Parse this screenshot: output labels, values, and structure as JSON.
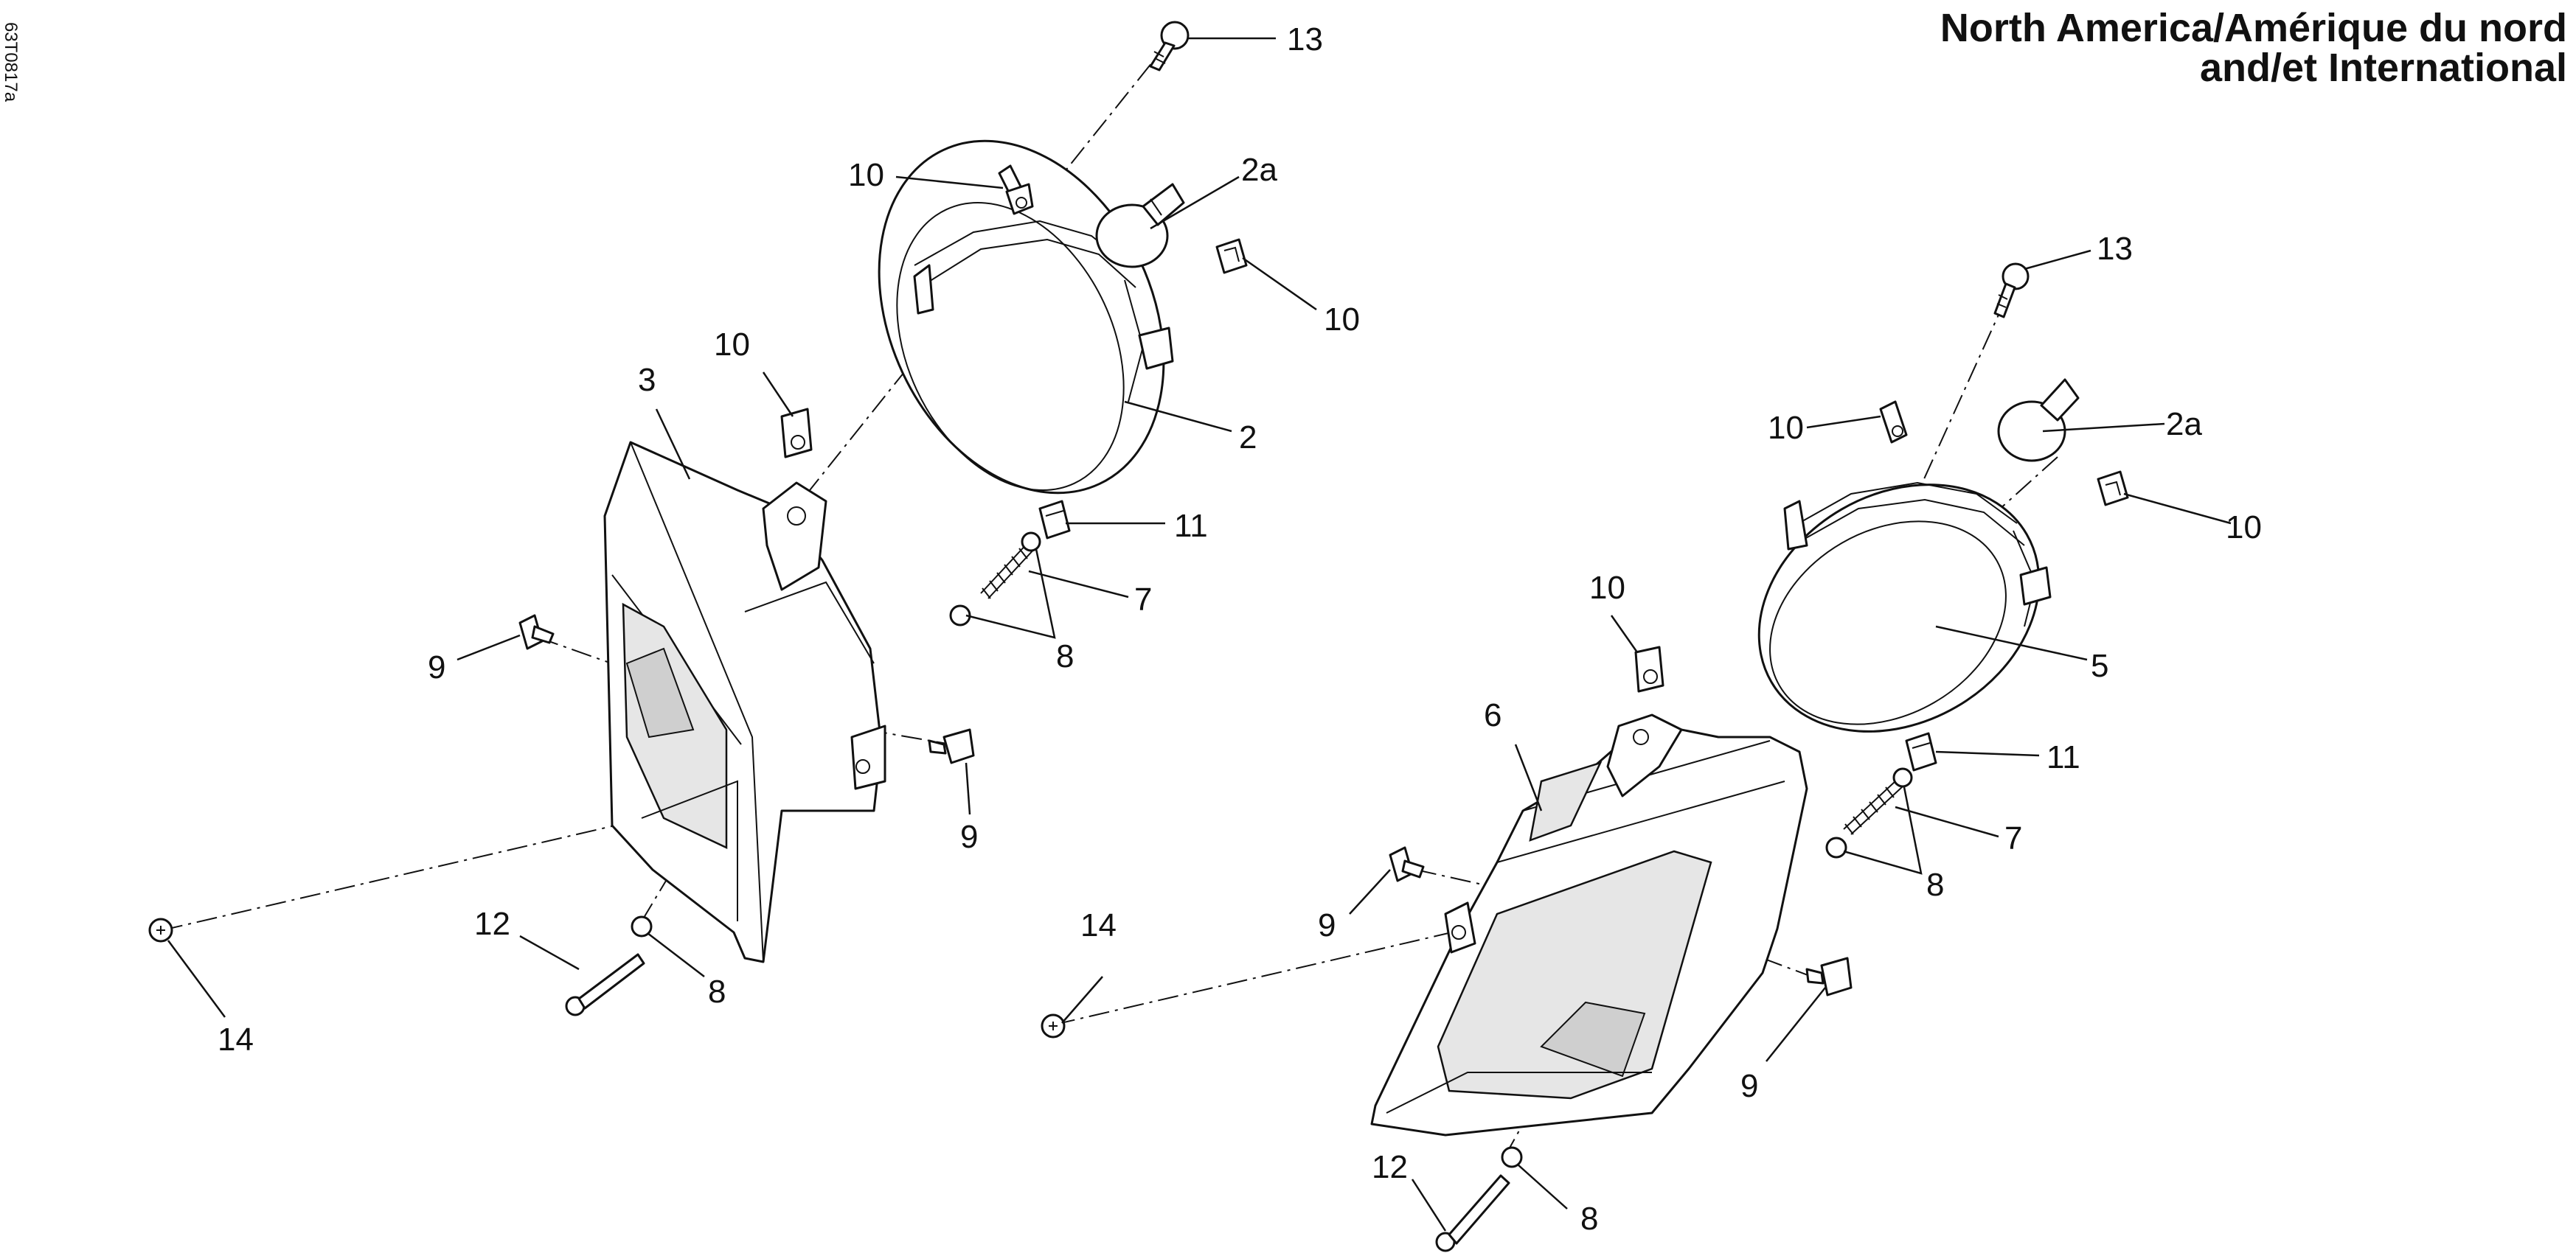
{
  "header": {
    "title_line1": "North America/Amérique du nord",
    "title_line2": "and/et International"
  },
  "figure_code": "63T0817a",
  "callouts": {
    "l_13": "13",
    "l_10a": "10",
    "l_2a": "2a",
    "l_10b": "10",
    "l_10c": "10",
    "l_3": "3",
    "l_2": "2",
    "l_11": "11",
    "l_7": "7",
    "l_8a": "8",
    "l_9a": "9",
    "l_9b": "9",
    "l_12": "12",
    "l_8b": "8",
    "l_14": "14",
    "r_13": "13",
    "r_10a": "10",
    "r_2a": "2a",
    "r_10b": "10",
    "r_10c": "10",
    "r_6": "6",
    "r_5": "5",
    "r_11": "11",
    "r_7": "7",
    "r_8a": "8",
    "r_9a": "9",
    "r_14": "14",
    "r_9b": "9",
    "r_12": "12",
    "r_8b": "8"
  }
}
